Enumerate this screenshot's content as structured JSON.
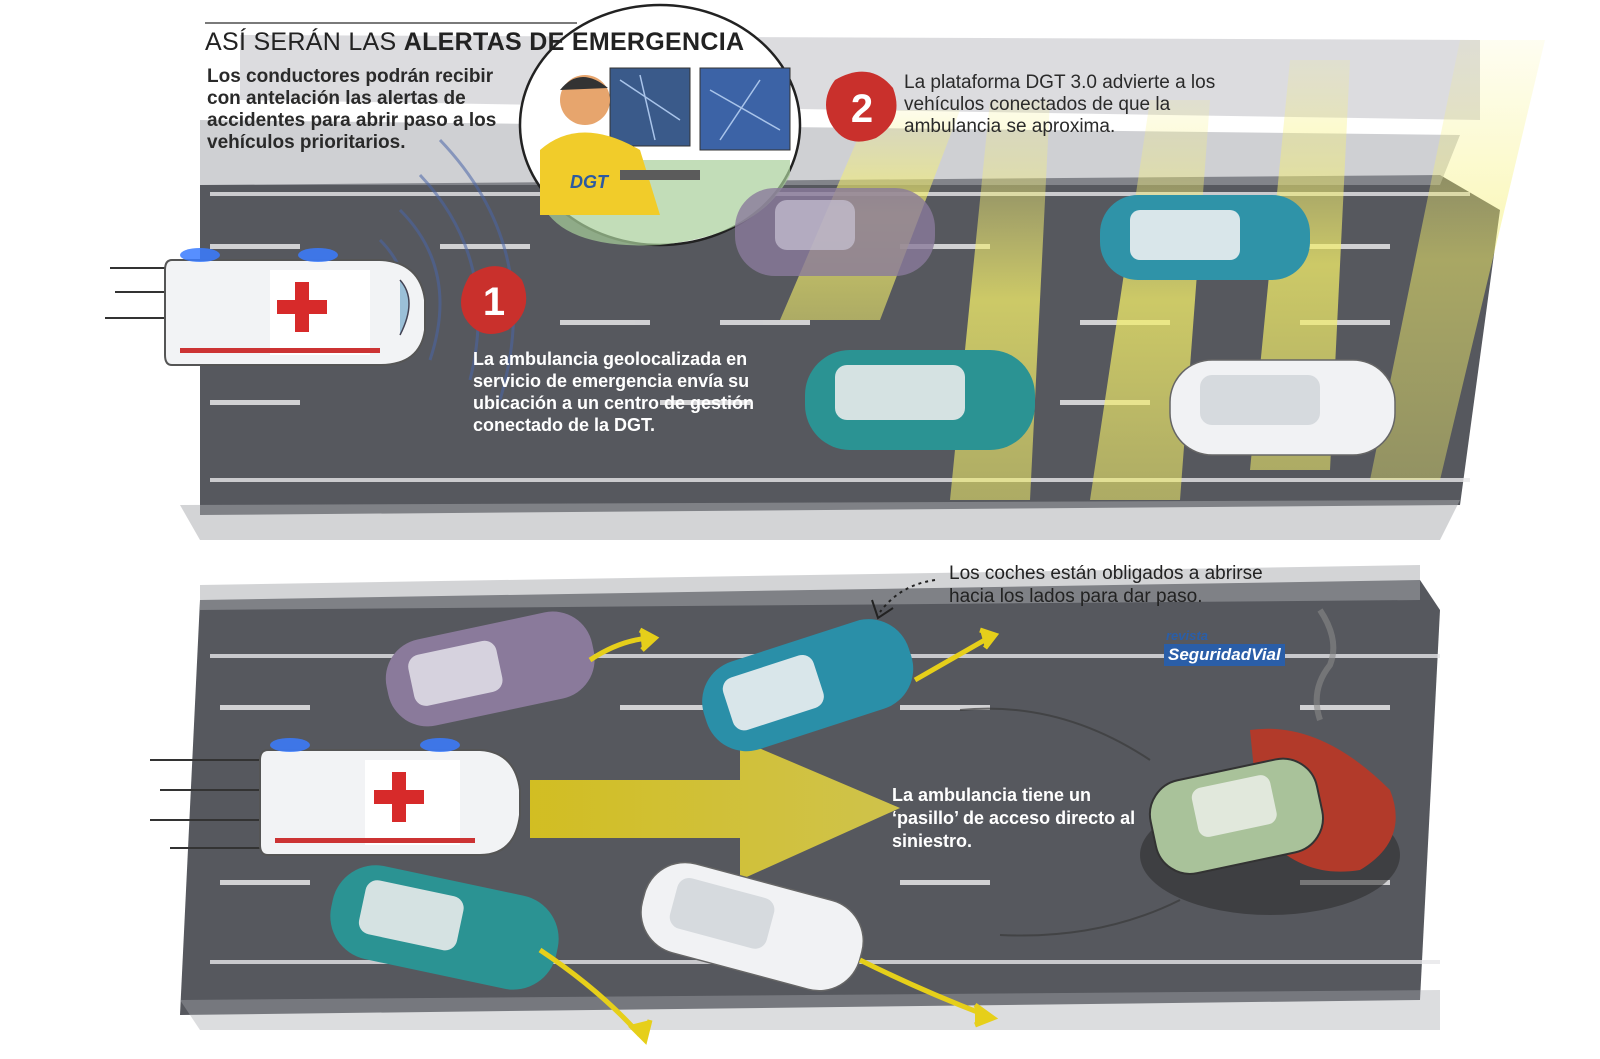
{
  "title": {
    "light": "ASÍ SERÁN LAS",
    "bold": "ALERTAS DE EMERGENCIA"
  },
  "intro_text": "Los conductores podrán recibir con antelación las alertas de accidentes para abrir paso a los vehículos prioritarios.",
  "steps": [
    {
      "number": "1",
      "text": "La ambulancia geolocalizada en servicio de emergencia envía su ubicación a un centro de gestión conectado de la DGT."
    },
    {
      "number": "2",
      "text": "La plataforma DGT 3.0 advierte a los vehículos conectados de que la ambulancia se aproxima."
    }
  ],
  "cars_note": "Los coches están obligados a abrirse hacia los lados para dar paso.",
  "corridor_note": "La ambulancia tiene un ‘pasillo’ de acceso directo al siniestro.",
  "operator_shirt_label": "DGT",
  "logo": {
    "top": "revista",
    "main": "SeguridadVial"
  },
  "colors": {
    "road": "#55575d",
    "badge_red": "#c9302c",
    "beam_yellow": "#f4ef6a",
    "arrow_yellow": "#d9c11a",
    "car_teal": "#2a8c99",
    "car_purple": "#8a7a9b",
    "car_white": "#eef0f2"
  }
}
